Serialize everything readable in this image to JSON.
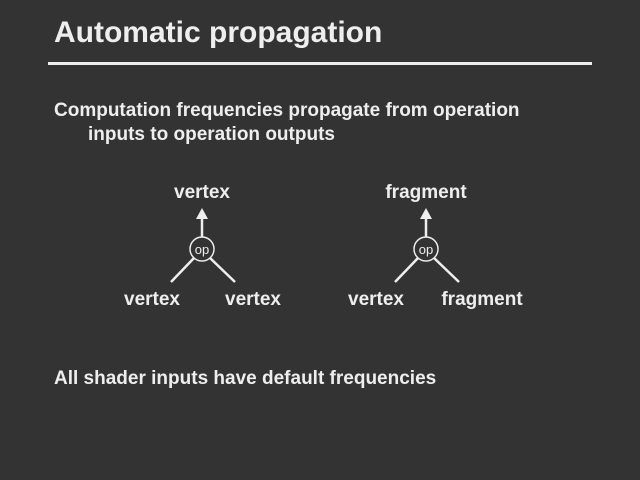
{
  "title": "Automatic propagation",
  "bullets": [
    {
      "line1": "Computation frequencies propagate from operation",
      "line2": "inputs to operation outputs"
    },
    {
      "line1": "All shader inputs have default frequencies"
    }
  ],
  "diagrams": [
    {
      "op": "op",
      "output": "vertex",
      "input_left": "vertex",
      "input_right": "vertex"
    },
    {
      "op": "op",
      "output": "fragment",
      "input_left": "vertex",
      "input_right": "fragment"
    }
  ]
}
